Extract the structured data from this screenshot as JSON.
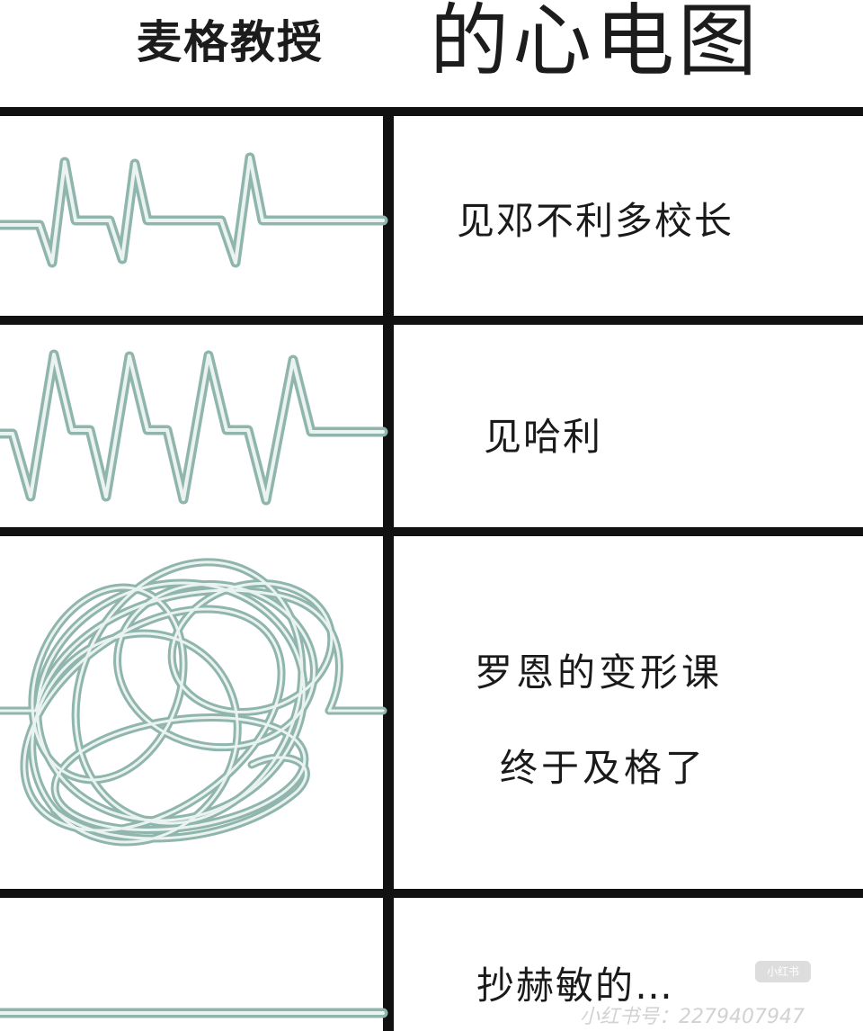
{
  "title": {
    "prefix": "麦格教授",
    "main": "的心电图"
  },
  "rows": [
    {
      "caption_lines": [
        "见邓不利多校长"
      ],
      "trace": "regular-heartbeat"
    },
    {
      "caption_lines": [
        "见哈利"
      ],
      "trace": "fast-heartbeat"
    },
    {
      "caption_lines": [
        "罗恩的变形课",
        "终于及格了"
      ],
      "trace": "tangled-scribble"
    },
    {
      "caption_lines": [
        "抄赫敏的…"
      ],
      "trace": "flatline"
    }
  ],
  "watermark": {
    "badge": "小红书",
    "text": "小红书号：2279407947"
  },
  "colors": {
    "trace": "#8fb5ad",
    "trace_inner": "#e8f2ef",
    "grid": "#111111"
  }
}
